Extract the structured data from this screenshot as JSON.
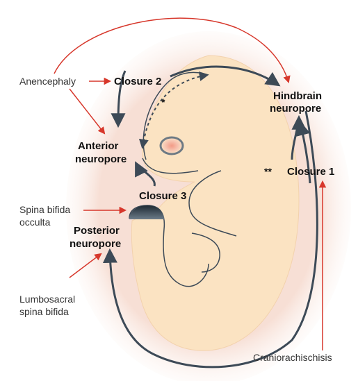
{
  "labels": {
    "anencephaly": "Anencephaly",
    "closure2": "Closure 2",
    "hindbrain_line1": "Hindbrain",
    "hindbrain_line2": "neuropore",
    "anterior_line1": "Anterior",
    "anterior_line2": "neuropore",
    "closure1": "Closure 1",
    "closure3": "Closure 3",
    "spina_occulta_line1": "Spina bifida",
    "spina_occulta_line2": "occulta",
    "posterior_line1": "Posterior",
    "posterior_line2": "neuropore",
    "lumbosacral_line1": "Lumbosacral",
    "lumbosacral_line2": "spina bifida",
    "craniorachischisis": "Craniorachischisis",
    "single_star": "*",
    "double_star": "**"
  },
  "colors": {
    "embryo_fill": "#fbe3c2",
    "halo": "#f6dcd0",
    "dark_arrow": "#3d4a57",
    "red_arrow": "#d7372b"
  }
}
